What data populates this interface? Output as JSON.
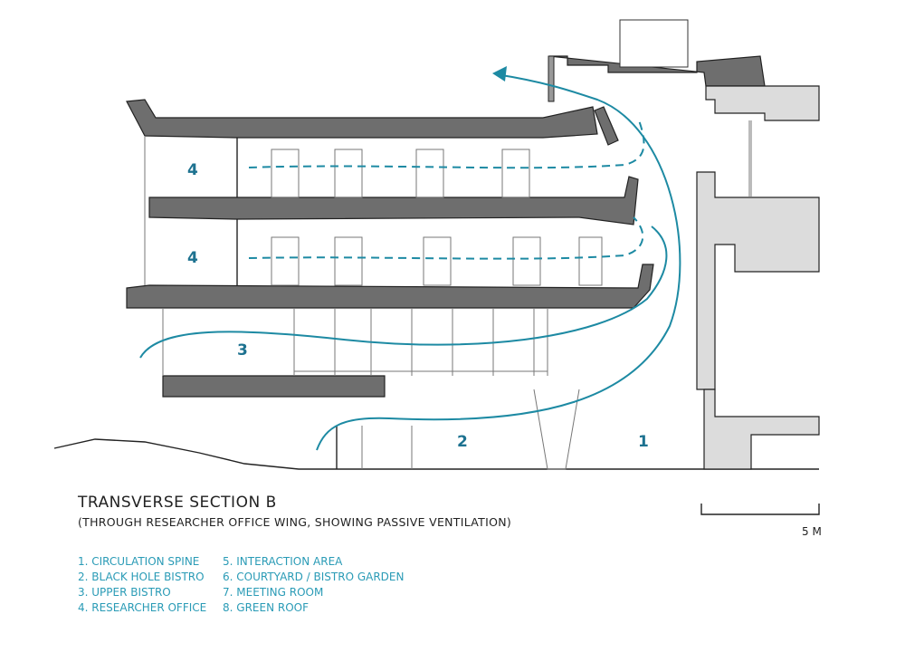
{
  "title": "TRANSVERSE SECTION B",
  "subtitle": "(THROUGH RESEARCHER OFFICE WING, SHOWING PASSIVE VENTILATION)",
  "legend": [
    {
      "label": "1. CIRCULATION SPINE"
    },
    {
      "label": "2. BLACK HOLE BISTRO"
    },
    {
      "label": "3. UPPER BISTRO"
    },
    {
      "label": "4. RESEARCHER OFFICE"
    },
    {
      "label": "5. INTERACTION AREA"
    },
    {
      "label": "6. COURTYARD / BISTRO GARDEN"
    },
    {
      "label": "7. MEETING ROOM"
    },
    {
      "label": "8. GREEN ROOF"
    }
  ],
  "room_numbers": {
    "office_upper": "4",
    "office_lower": "4",
    "upper_bistro": "3",
    "bistro": "2",
    "spine": "1"
  },
  "scale_label": "5 M",
  "colors": {
    "airflow": "#1d8aa3",
    "legend_text": "#2a9bb6",
    "slab": "#6e6e6e",
    "wall": "#dcdcdc"
  }
}
